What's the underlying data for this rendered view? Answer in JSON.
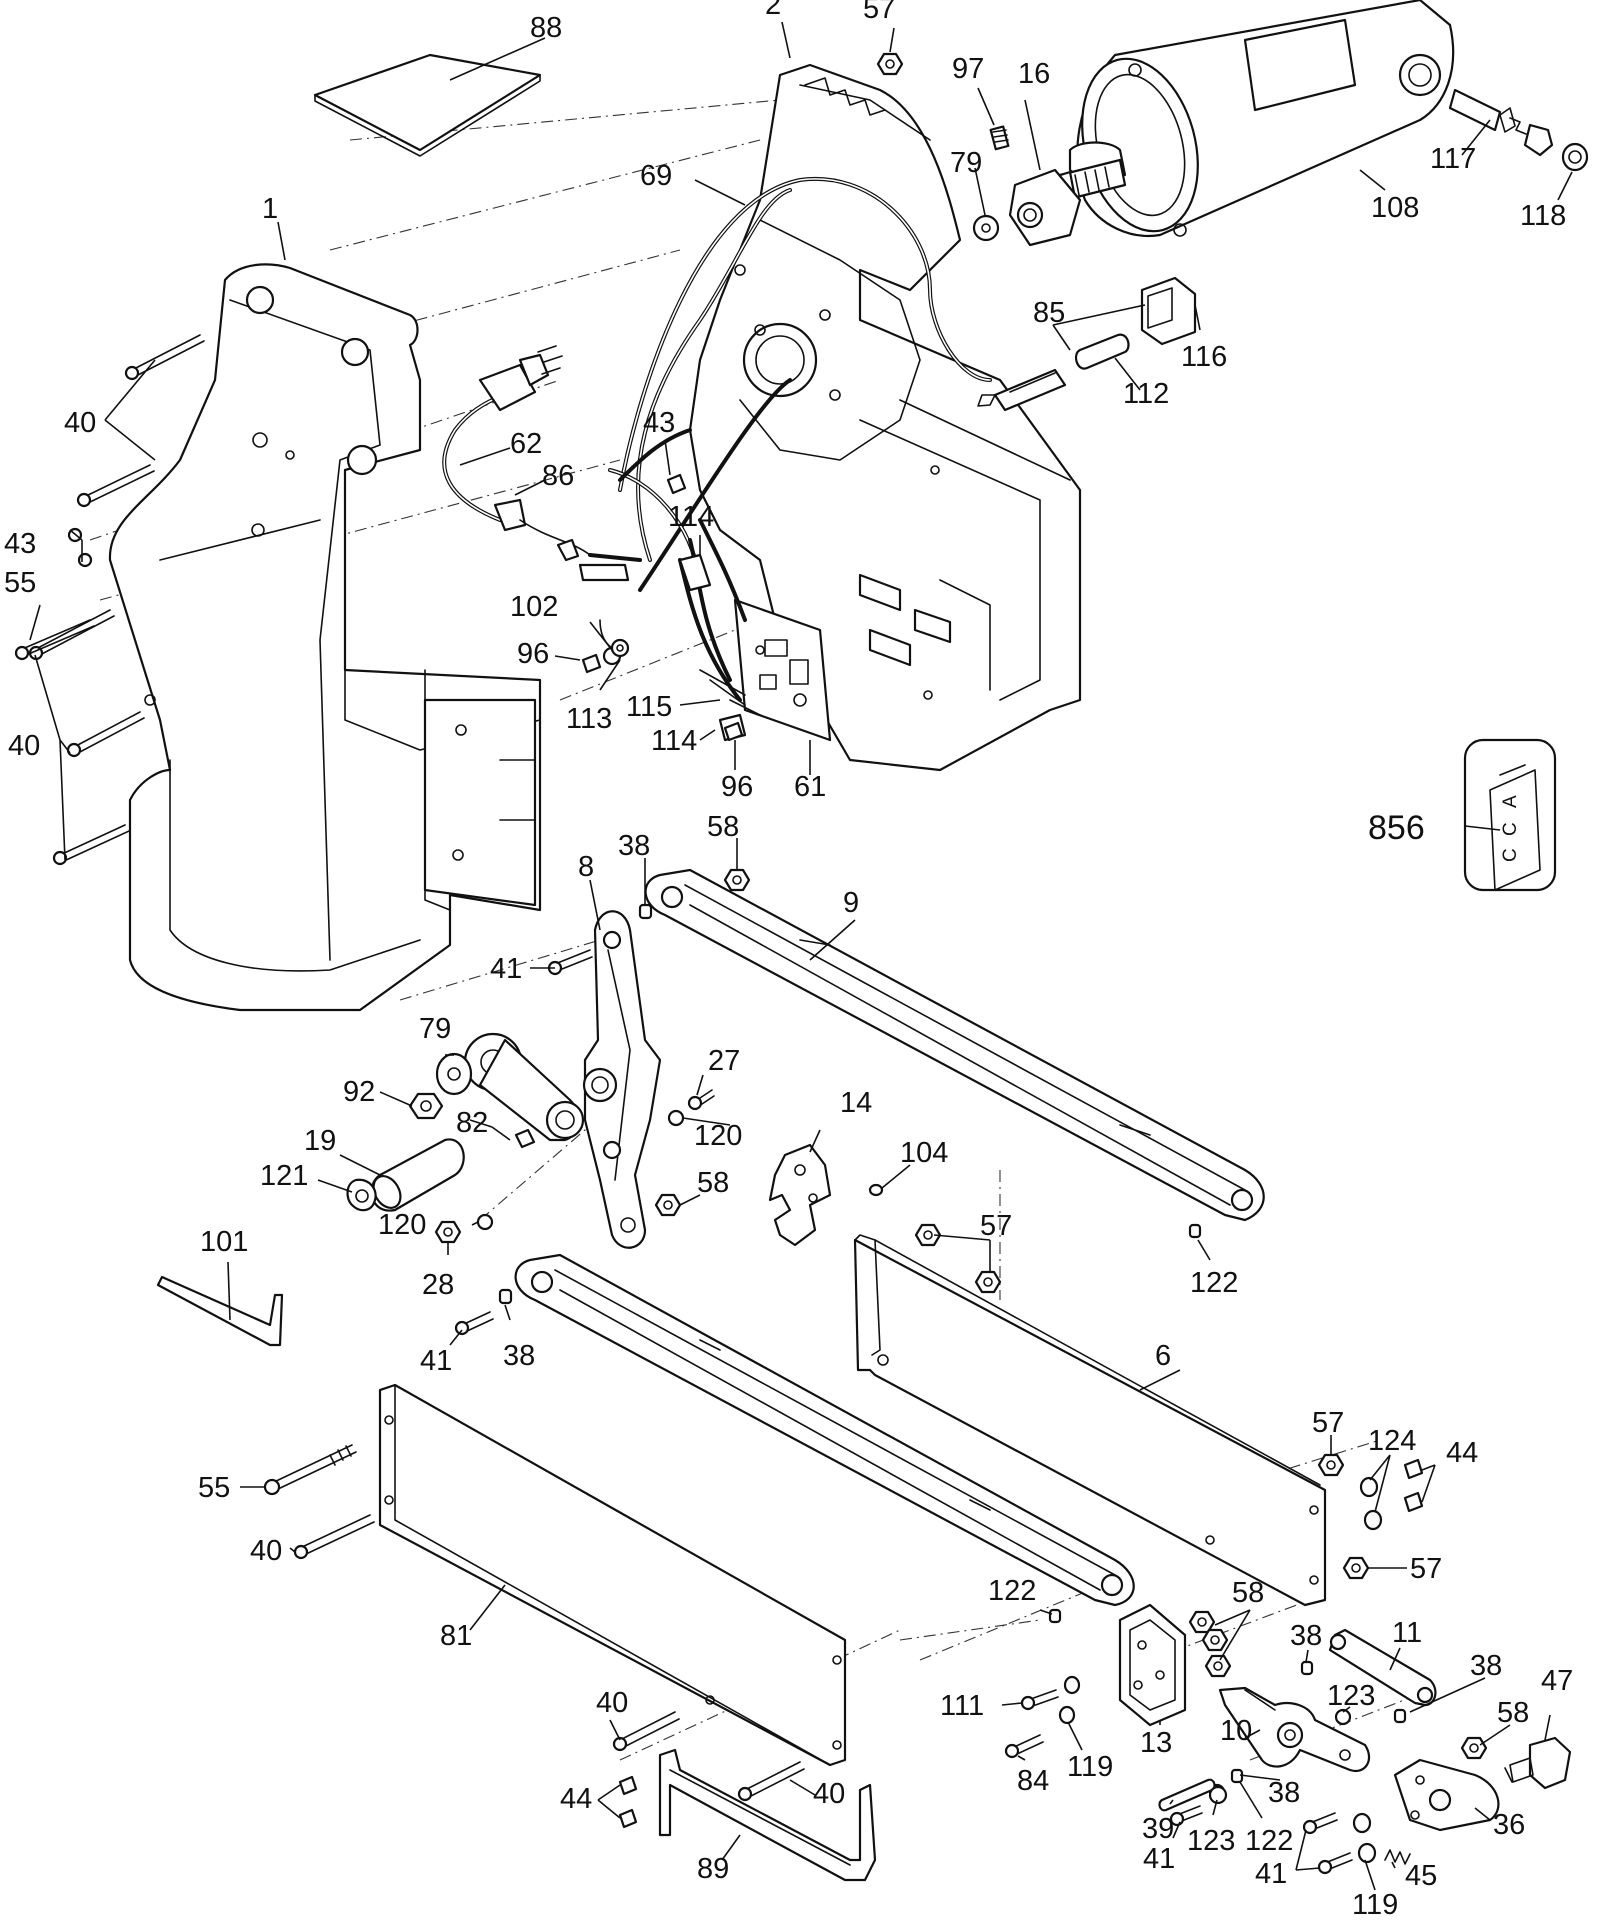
{
  "labels": {
    "p88": "88",
    "p2": "2",
    "p57a": "57",
    "p97": "97",
    "p16": "16",
    "p79a": "79",
    "p117": "117",
    "p108": "108",
    "p118": "118",
    "p1": "1",
    "p69": "69",
    "p85": "85",
    "p116": "116",
    "p112": "112",
    "p40a": "40",
    "p62": "62",
    "p86": "86",
    "p43a": "43",
    "p43b": "43",
    "p114a": "114",
    "p55a": "55",
    "p102": "102",
    "p96a": "96",
    "p113": "113",
    "p115": "115",
    "p40b": "40",
    "p114b": "114",
    "p96b": "96",
    "p61": "61",
    "p856": "856",
    "p38a": "38",
    "p58a": "58",
    "p8": "8",
    "p9": "9",
    "p41a": "41",
    "p79b": "79",
    "p27": "27",
    "p92": "92",
    "p82": "82",
    "p120a": "120",
    "p19": "19",
    "p14": "14",
    "p104": "104",
    "p121": "121",
    "p58b": "58",
    "p120b": "120",
    "p101": "101",
    "p28": "28",
    "p57b": "57",
    "p122a": "122",
    "p41b": "41",
    "p38b": "38",
    "p6": "6",
    "p57c": "57",
    "p124": "124",
    "p44a": "44",
    "p55b": "55",
    "p40c": "40",
    "p57d": "57",
    "p122b": "122",
    "p58c": "58",
    "p81": "81",
    "p38c": "38",
    "p11": "11",
    "p38d": "38",
    "p40d": "40",
    "p111": "111",
    "p123a": "123",
    "p58d": "58",
    "p47": "47",
    "p10": "10",
    "p13": "13",
    "p119a": "119",
    "p84": "84",
    "p44b": "44",
    "p40e": "40",
    "p38e": "38",
    "p36": "36",
    "p39": "39",
    "p123b": "123",
    "p122c": "122",
    "p41c": "41",
    "p89": "89",
    "p41d": "41",
    "p45": "45",
    "p119b": "119"
  },
  "accessory_label": {
    "line1": "A",
    "line2": "C",
    "line3": "C"
  }
}
